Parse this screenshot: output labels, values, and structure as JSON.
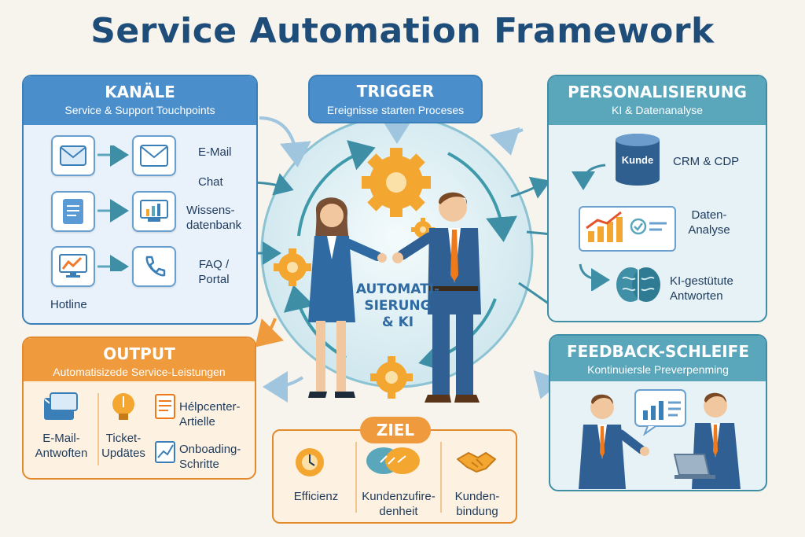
{
  "title": "Service Automation Framework",
  "kanaele": {
    "header": "KANÄLE",
    "subheader": "Service & Support Touchpoints",
    "items": [
      "E-Mail",
      "Chat",
      "Wissens-\ndatenbank",
      "FAQ /\nPortal",
      "Hotline"
    ]
  },
  "trigger": {
    "header": "TRIGGER",
    "subheader": "Ereignisse starten Proceses"
  },
  "personalisierung": {
    "header": "PERSONALISIERUNG",
    "subheader": "KI & Datenanalyse",
    "db_label": "Kunde",
    "items": [
      "CRM & CDP",
      "Daten-\nAnalyse",
      "KI-gestütute\nAntworten"
    ]
  },
  "center": {
    "label": "AUTOMATI-\nSIERUNG\n& KI"
  },
  "output": {
    "header": "OUTPUT",
    "subheader": "Automatisizede Service-Leistungen",
    "items": [
      "E-Mail-\nAntwoften",
      "Ticket-\nUpdätes",
      "Hélpcenter-\nArtielle",
      "Onboading-\nSchritte"
    ]
  },
  "feedback": {
    "header": "FEEDBACK-SCHLEIFE",
    "subheader": "Kontinuiersle Preverpenming"
  },
  "ziel": {
    "header": "ZIEL",
    "items": [
      "Efficienz",
      "Kundenzufire-\ndenheit",
      "Kunden-\nbindung"
    ]
  },
  "colors": {
    "blue": "#4a8fcb",
    "teal": "#5aa6bb",
    "orange": "#ef9a3c",
    "gear": "#f3a630"
  }
}
